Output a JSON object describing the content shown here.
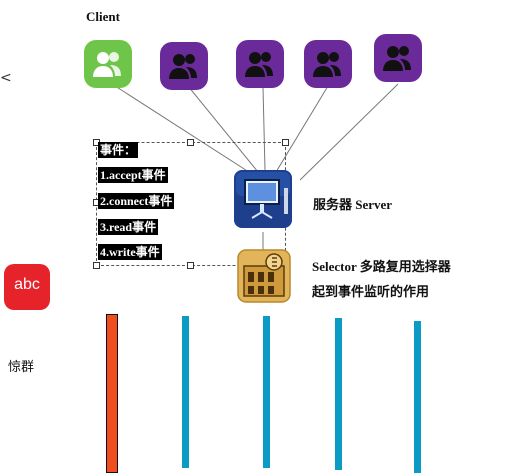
{
  "diagram": {
    "client_label": "Client",
    "events_box": {
      "items": [
        "事件：",
        "1.accept事件",
        "2.connect事件",
        "3.read事件",
        "4.write事件"
      ]
    },
    "server_label": "服务器 Server",
    "selector_label_line1": "Selector 多路复用选择器",
    "selector_label_line2": "起到事件监听的作用",
    "clients": [
      {
        "icon": "users-icon",
        "color": "#6fc44a"
      },
      {
        "icon": "users-icon",
        "color": "#6a2a9a"
      },
      {
        "icon": "users-icon",
        "color": "#6a2a9a"
      },
      {
        "icon": "users-icon",
        "color": "#6a2a9a"
      },
      {
        "icon": "users-icon",
        "color": "#6a2a9a"
      }
    ],
    "side_logo_text": "abc",
    "side_logo_color": "#e6232a",
    "side_bracket": "<",
    "side_caption": "惊群",
    "thread_colors": {
      "active": "#f04e1e",
      "idle": "#0b9bc4"
    }
  }
}
